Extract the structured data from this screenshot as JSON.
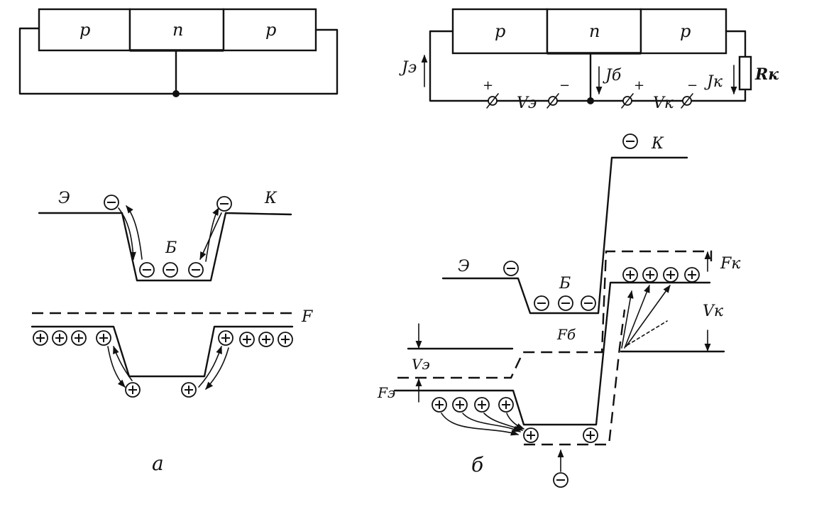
{
  "fig_a": {
    "layers": [
      "p",
      "n",
      "p"
    ],
    "label_emitter": "Э",
    "label_base": "Б",
    "label_collector": "К",
    "label_fermi": "F",
    "caption": "a"
  },
  "fig_b": {
    "layers": [
      "p",
      "n",
      "p"
    ],
    "current_emitter": "Jэ",
    "current_base": "Jб",
    "current_collector": "Jк",
    "voltage_emitter": "Vэ",
    "voltage_collector": "Vк",
    "resistor": "Rк",
    "plus": "+",
    "minus": "−",
    "label_emitter": "Э",
    "label_base": "Б",
    "label_collector": "К",
    "fermi_emitter": "Fэ",
    "fermi_base": "Fб",
    "fermi_collector": "Fк",
    "level_ve": "Vэ",
    "level_vk": "Vк",
    "caption": "б"
  }
}
